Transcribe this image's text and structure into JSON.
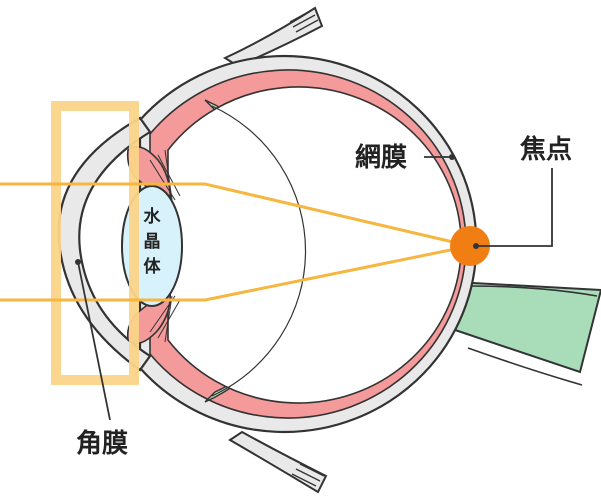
{
  "labels": {
    "lens": [
      "水",
      "晶",
      "体"
    ],
    "retina": "網膜",
    "focus": "焦点",
    "cornea": "角膜"
  },
  "colors": {
    "sclera_fill": "#e9e9e9",
    "outline": "#333333",
    "choroid": "#f49a9a",
    "retina": "#b5e2c0",
    "optic_nerve": "#a9ddb9",
    "lens": "#d8f2fb",
    "light_ray": "#f6b640",
    "cornea_highlight": "#fbd489",
    "focus_point": "#f07e12"
  }
}
